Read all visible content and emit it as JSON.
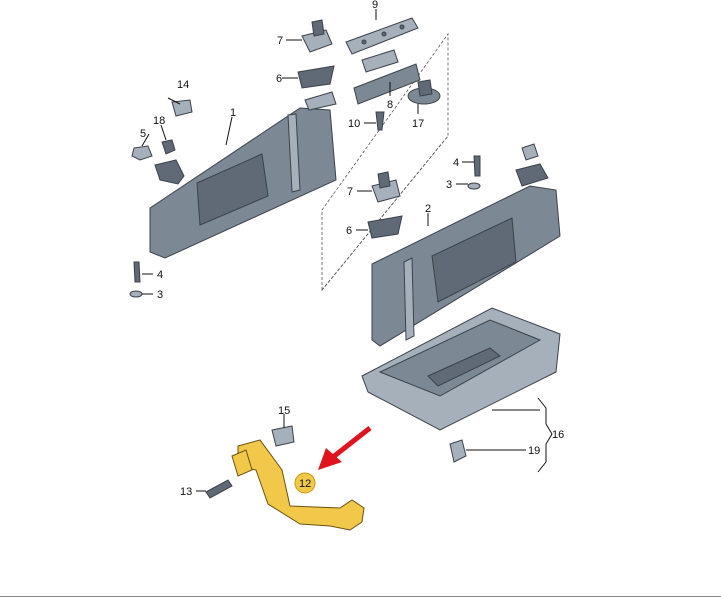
{
  "labels": {
    "p1": "1",
    "p2": "2",
    "p3a": "3",
    "p3b": "3",
    "p4a": "4",
    "p4b": "4",
    "p5": "5",
    "p6a": "6",
    "p6b": "6",
    "p7a": "7",
    "p7b": "7",
    "p8": "8",
    "p9": "9",
    "p10": "10",
    "p12": "12",
    "p13": "13",
    "p14": "14",
    "p15": "15",
    "p16": "16",
    "p17": "17",
    "p18": "18",
    "p19": "19"
  },
  "colors": {
    "highlight": "#f2c84b",
    "arrow": "#e0141e",
    "part": "#7d8895"
  }
}
